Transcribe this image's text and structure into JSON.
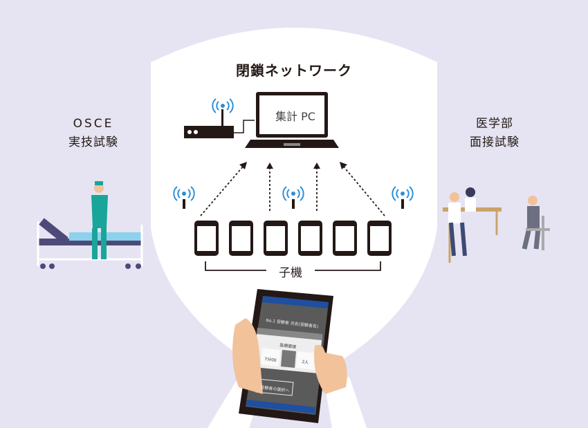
{
  "network": {
    "title": "閉鎖ネットワーク",
    "pc_label": "集計 PC",
    "child_label": "子機"
  },
  "left": {
    "line1": "OSCE",
    "line2": "実技試験"
  },
  "right": {
    "line1": "医学部",
    "line2": "面接試験"
  },
  "tablet": {
    "header": "No.1 受験者 氏名(受験者名)",
    "station": "医療面接",
    "time": "7分00",
    "count": "2人",
    "button": "受験者の選択へ"
  },
  "colors": {
    "background": "#e6e4f2",
    "shield": "#ffffff",
    "wifi": "#2a8fd8",
    "device": "#231815",
    "tablet_blue": "#1e4fa0"
  }
}
